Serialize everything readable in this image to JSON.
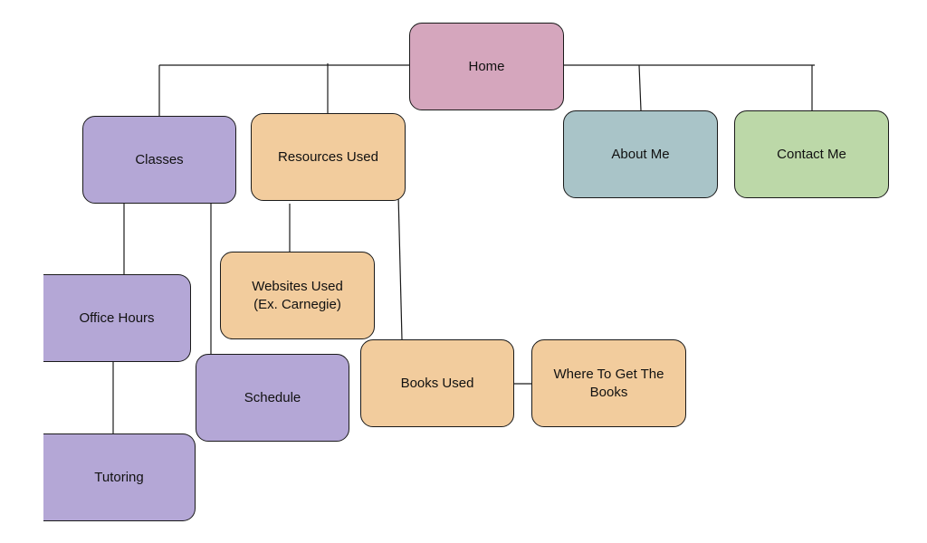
{
  "diagram": {
    "colors": {
      "purple": "#b4a7d6",
      "pink": "#d5a6bd",
      "orange": "#f2cc9d",
      "teal": "#a9c4c8",
      "green": "#bcd8a8",
      "line": "#1a1a1a"
    },
    "nodes": {
      "home": "Home",
      "classes": "Classes",
      "resources": "Resources Used",
      "about": "About Me",
      "contact": "Contact Me",
      "office_hours": "Office Hours",
      "websites": "Websites Used (Ex. Carnegie)",
      "schedule": "Schedule",
      "books": "Books Used",
      "where_books": "Where To Get The Books",
      "tutoring": "Tutoring"
    },
    "connections": [
      [
        "home",
        "classes"
      ],
      [
        "home",
        "resources"
      ],
      [
        "home",
        "about"
      ],
      [
        "home",
        "contact"
      ],
      [
        "classes",
        "office_hours"
      ],
      [
        "classes",
        "schedule"
      ],
      [
        "office_hours",
        "tutoring"
      ],
      [
        "resources",
        "websites"
      ],
      [
        "resources",
        "books"
      ],
      [
        "books",
        "where_books"
      ]
    ]
  }
}
